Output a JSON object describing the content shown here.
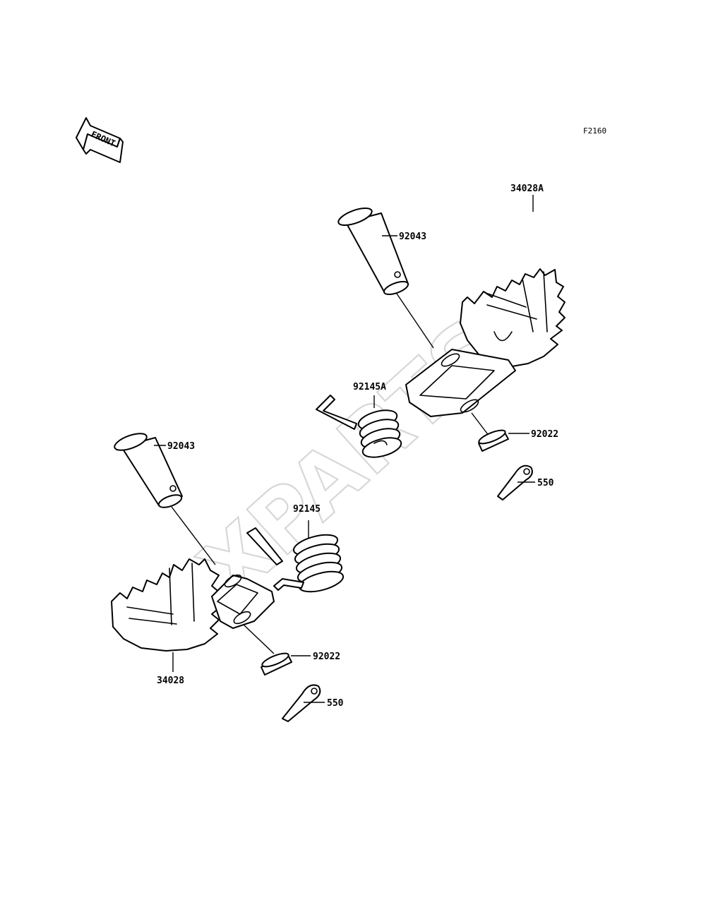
{
  "diagram": {
    "figure_code": "F2160",
    "front_label": "FRONT",
    "watermark": "XPARTS",
    "parts": [
      {
        "number": "92043",
        "name": "pin-upper"
      },
      {
        "number": "34028A",
        "name": "footpeg-right"
      },
      {
        "number": "92145A",
        "name": "spring-upper"
      },
      {
        "number": "92022",
        "name": "washer-upper"
      },
      {
        "number": "550",
        "name": "cotter-pin-upper"
      },
      {
        "number": "92043",
        "name": "pin-lower"
      },
      {
        "number": "92145",
        "name": "spring-lower"
      },
      {
        "number": "92022",
        "name": "washer-lower"
      },
      {
        "number": "550",
        "name": "cotter-pin-lower"
      },
      {
        "number": "34028",
        "name": "footpeg-left"
      }
    ]
  }
}
